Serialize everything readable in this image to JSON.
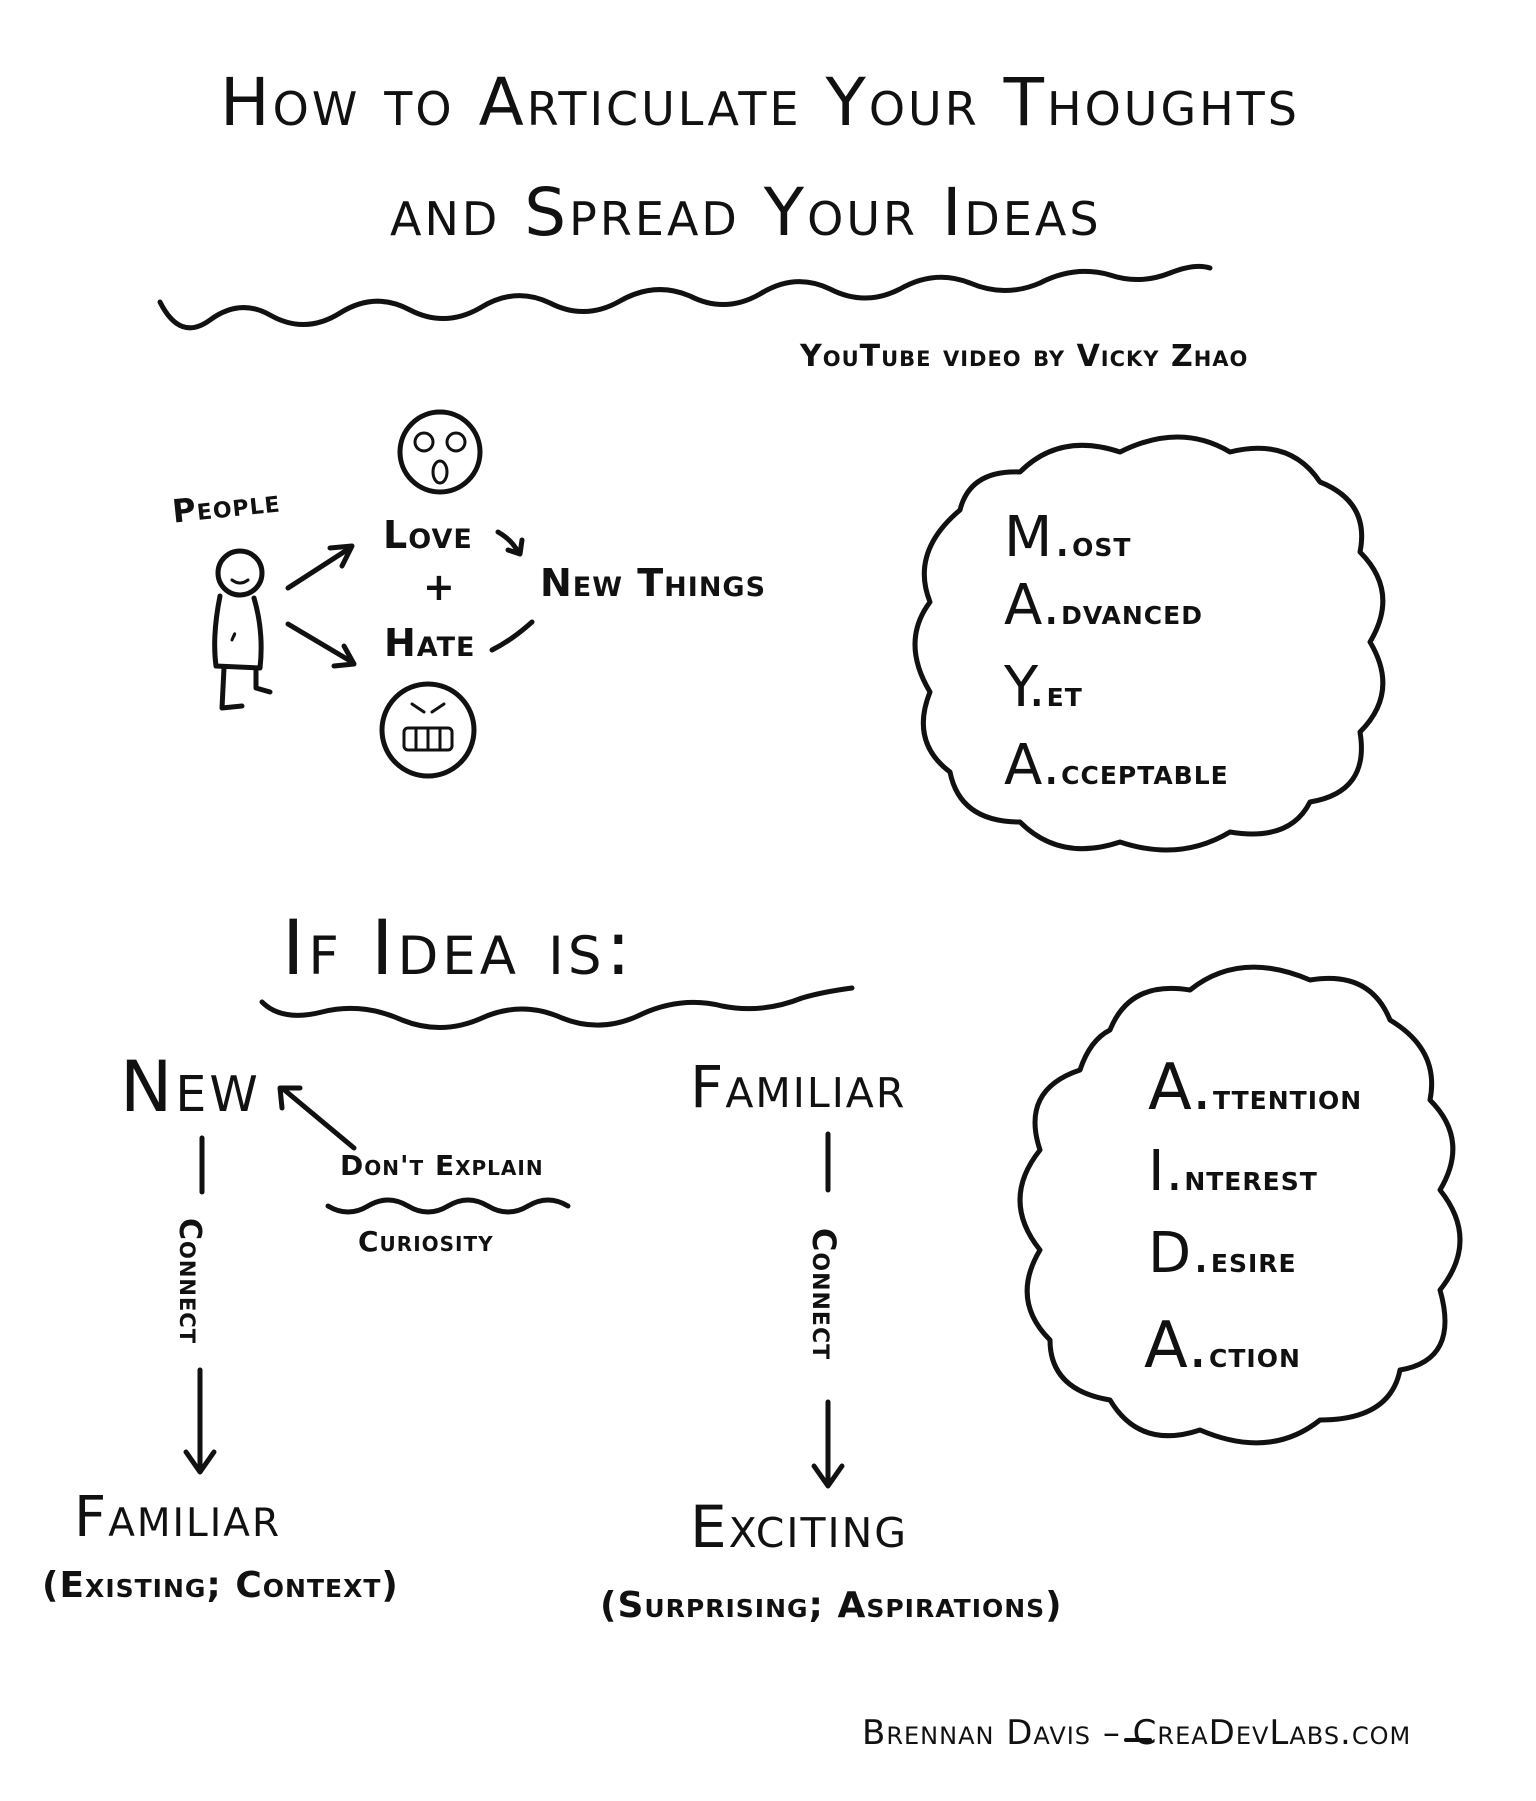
{
  "title": {
    "line1": "How to Articulate Your Thoughts",
    "line2": "and Spread Your Ideas"
  },
  "credit": "YouTube video by Vicky Zhao",
  "people": {
    "label": "People",
    "love": "Love",
    "plus": "+",
    "hate": "Hate",
    "new_things": "New Things"
  },
  "maya": [
    {
      "letter": "M.",
      "rest": "ost"
    },
    {
      "letter": "A.",
      "rest": "dvanced"
    },
    {
      "letter": "Y.",
      "rest": "et"
    },
    {
      "letter": "A.",
      "rest": "cceptable"
    }
  ],
  "if_idea": "If Idea is:",
  "left_branch": {
    "top": "New",
    "dont_explain": "Don't Explain",
    "curiosity": "Curiosity",
    "connect": "Connect",
    "bottom": "Familiar",
    "bottom_note": "(Existing; Context)"
  },
  "right_branch": {
    "top": "Familiar",
    "connect": "Connect",
    "bottom": "Exciting",
    "bottom_note": "(Surprising; Aspirations)"
  },
  "aida": [
    {
      "letter": "A.",
      "rest": "ttention"
    },
    {
      "letter": "I.",
      "rest": "nterest"
    },
    {
      "letter": "D.",
      "rest": "esire"
    },
    {
      "letter": "A.",
      "rest": "ction"
    }
  ],
  "signature": "Brennan Davis – CreaDevLabs.com"
}
